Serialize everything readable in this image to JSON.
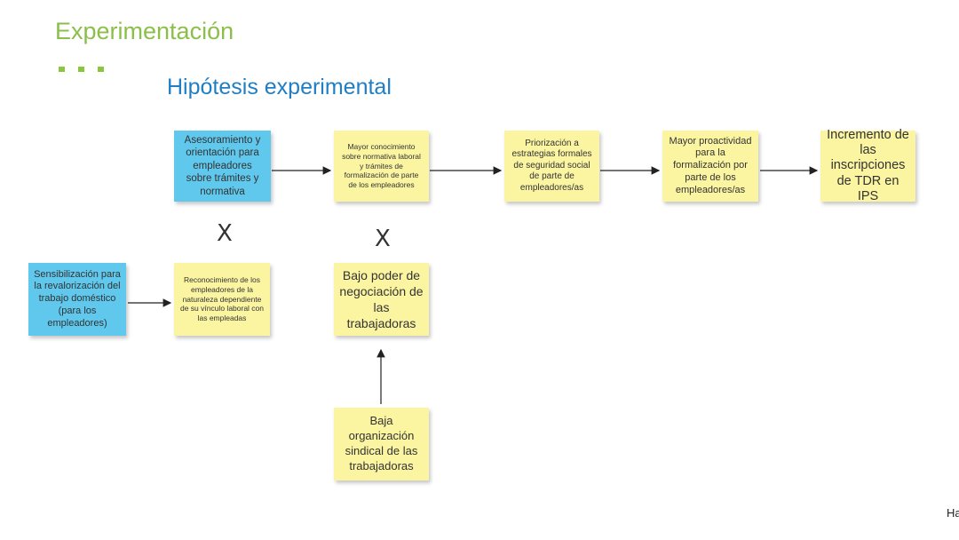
{
  "slide": {
    "title": "Experimentación",
    "subtitle": "Hipótesis experimental",
    "corner_text": "Ha"
  },
  "colors": {
    "title": "#8cbf4a",
    "subtitle": "#1f7ec4",
    "sticky_yellow": "#fbf5a2",
    "sticky_blue": "#5fc8ec"
  },
  "notes": {
    "asesoramiento": "Asesoramiento y orientación para empleadores sobre trámites y normativa",
    "conocimiento": "Mayor conocimiento sobre normativa laboral y trámites de formalización de parte de los empleadores",
    "priorizacion": "Priorización a estrategias formales de seguridad social de parte de empleadores/as",
    "proactividad": "Mayor proactividad para la formalización por parte de los empleadores/as",
    "incremento": "Incremento de las inscripciones de TDR en IPS",
    "sensibilizacion": "Sensibilización para la revalorización del trabajo doméstico (para los empleadores)",
    "reconocimiento": "Reconocimiento de los empleadores de la naturaleza dependiente de su vínculo laboral con las  empleadas",
    "bajo_poder": "Bajo poder de negociación de las trabajadoras",
    "baja_organizacion": "Baja organización sindical de las trabajadoras"
  },
  "interaction_marks": {
    "x1": "X",
    "x2": "X"
  }
}
